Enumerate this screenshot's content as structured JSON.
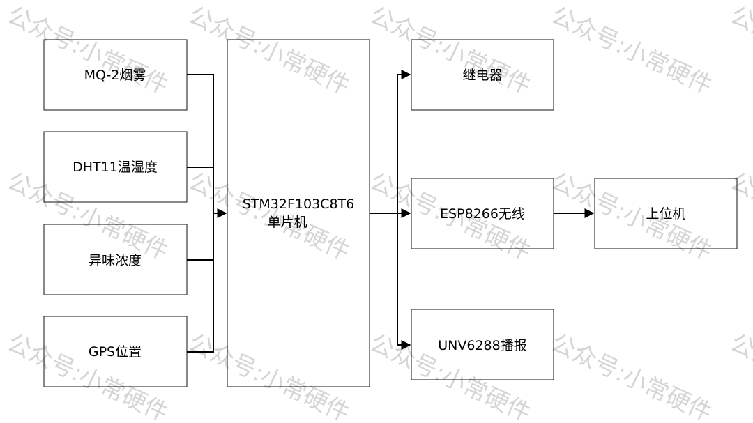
{
  "diagram": {
    "mcu": {
      "line1": "STM32F103C8T6",
      "line2": "单片机"
    },
    "inputs": {
      "smoke": "MQ-2烟雾",
      "temp_humidity": "DHT11温湿度",
      "odor": "异味浓度",
      "gps": "GPS位置"
    },
    "outputs": {
      "relay": "继电器",
      "wifi": "ESP8266无线",
      "voice": "UNV6288播报",
      "host": "上位机"
    }
  },
  "watermark": {
    "text": "公众号:小常硬件"
  }
}
